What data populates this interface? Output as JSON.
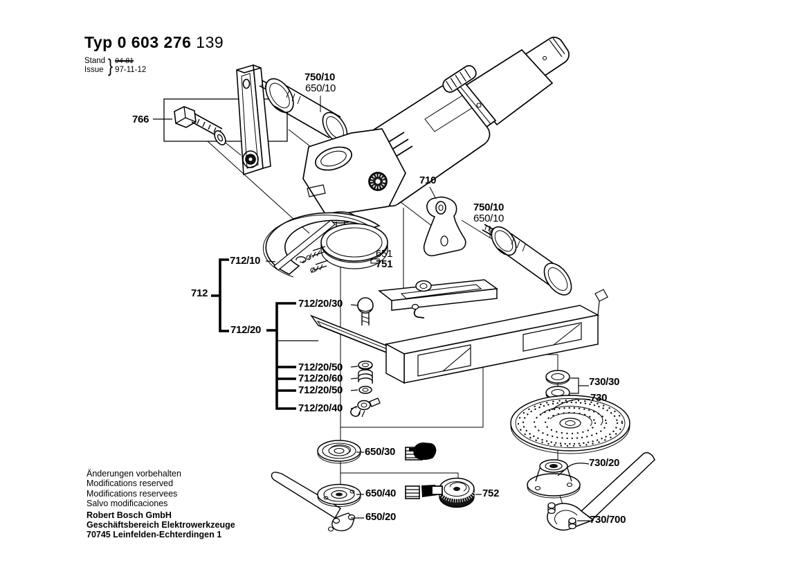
{
  "header": {
    "typ_label": "Typ",
    "type_number_main": "0 603 276",
    "type_number_suffix": "139",
    "stand_label": "Stand",
    "issue_label": "Issue",
    "brace": "}",
    "superseded_date": "94-81",
    "issue_date": "97-11-12"
  },
  "labels": {
    "handle_set": "750/10",
    "handle_part": "650/10",
    "bolt": "766",
    "bracket": "710",
    "guard": "712/10",
    "clamp_item": "651",
    "clamp_set": "751",
    "stand_group": "712",
    "stand_sub": "712/20",
    "stand_screw": "712/20/30",
    "stand_washer": "712/20/50",
    "stand_spring": "712/20/60",
    "stand_wing": "712/20/40",
    "disc_washers": "730/30",
    "disc": "730",
    "flange_upper": "650/30",
    "flange_lower": "650/40",
    "clamp_nut": "752",
    "disc_flange": "730/20",
    "wrench_left": "650/20",
    "wrench_right": "730/700"
  },
  "legal": {
    "notes": [
      "Änderungen vorbehalten",
      "Modifications reserved",
      "Modifications reservees",
      "Salvo modificaciones"
    ],
    "company": [
      "Robert Bosch GmbH",
      "Geschäftsbereich Elektrowerkzeuge",
      "70745 Leinfelden-Echterdingen 1"
    ]
  },
  "icons": {
    "spare_icon_650_30": "hand-package-icon",
    "spare_icon_650_40": "hand-package-icon"
  },
  "colors": {
    "line": "#000000",
    "background": "#ffffff"
  }
}
